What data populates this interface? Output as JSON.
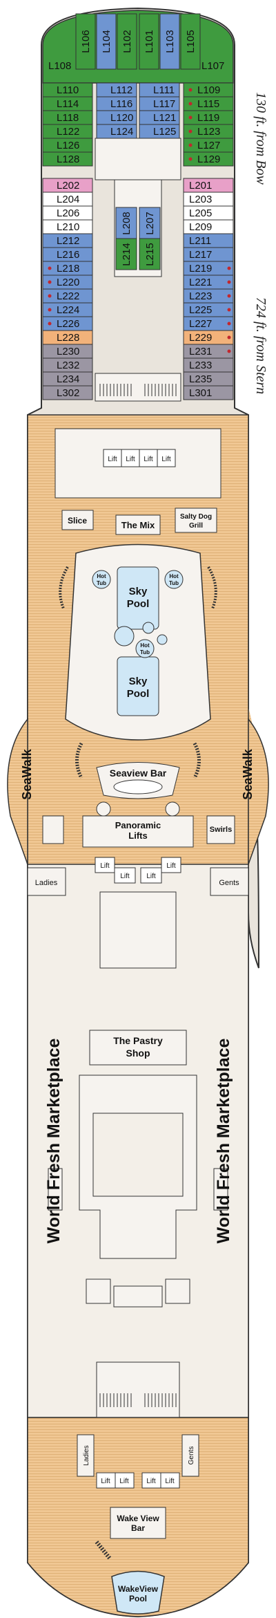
{
  "side_notes": {
    "bow": "130 ft. from Bow",
    "stern": "724 ft. from Stern"
  },
  "colors": {
    "green": "#3f9b3f",
    "blue": "#6f95d1",
    "pink": "#e8a0c8",
    "grey": "#9b96a3",
    "orange": "#f2b27a",
    "white_cabin": "#ffffff",
    "deck_wood": "#f0c793",
    "hull": "#e9e4dc",
    "pool": "#cfe7f6"
  },
  "bow_cabins": {
    "top_vertical": [
      "L106",
      "L104",
      "L102",
      "L101",
      "L103",
      "L105"
    ],
    "corner": [
      "L108",
      "L107"
    ],
    "left_green": [
      "L110",
      "L114",
      "L118",
      "L122",
      "L126",
      "L128"
    ],
    "right_green": [
      "L109",
      "L115",
      "L119",
      "L123",
      "L127",
      "L129"
    ],
    "inner_left_blue": [
      "L112",
      "L116",
      "L120",
      "L124"
    ],
    "inner_right_blue": [
      "L111",
      "L117",
      "L121",
      "L125"
    ],
    "left_pink": "L202",
    "right_pink": "L201",
    "left_white": [
      "L204",
      "L206",
      "L210"
    ],
    "right_white": [
      "L203",
      "L205",
      "L209"
    ],
    "left_blue": [
      "L212",
      "L216",
      "L218",
      "L220",
      "L222",
      "L224",
      "L226"
    ],
    "right_blue": [
      "L211",
      "L217",
      "L219",
      "L221",
      "L223",
      "L225",
      "L227"
    ],
    "center_blue": [
      "L208",
      "L207"
    ],
    "center_green": [
      "L214",
      "L215"
    ],
    "left_orange": "L228",
    "right_orange": "L229",
    "left_grey": [
      "L230",
      "L232",
      "L234",
      "L302"
    ],
    "right_grey": [
      "L231",
      "L233",
      "L235",
      "L301"
    ]
  },
  "venues": {
    "lift": "Lift",
    "slice": "Slice",
    "the_mix": "The Mix",
    "salty_dog": [
      "Salty Dog",
      "Grill"
    ],
    "hot_tub": [
      "Hot",
      "Tub"
    ],
    "sky_pool": [
      "Sky",
      "Pool"
    ],
    "seawalk": "SeaWalk",
    "seaview_bar": "Seaview Bar",
    "panoramic_lifts": [
      "Panoramic",
      "Lifts"
    ],
    "ladies": "Ladies",
    "gents": "Gents",
    "swirls": "Swirls",
    "pastry_shop": [
      "The Pastry",
      "Shop"
    ],
    "marketplace": "World Fresh Marketplace",
    "wake_view_bar": [
      "Wake View",
      "Bar"
    ],
    "wakeview_pool": [
      "WakeView",
      "Pool"
    ]
  }
}
